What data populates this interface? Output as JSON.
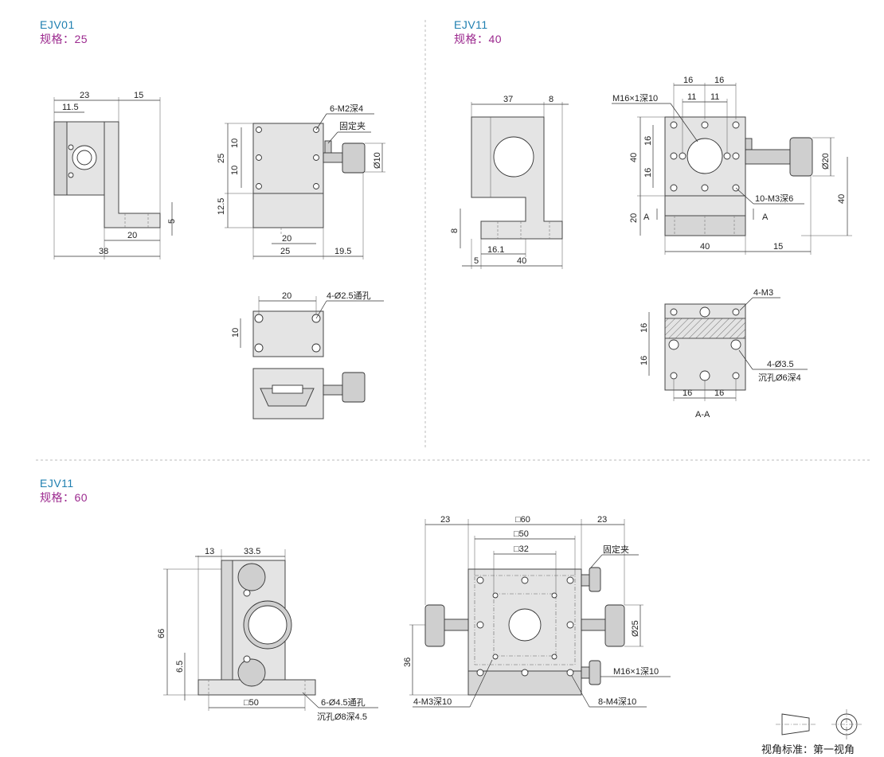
{
  "sections": [
    {
      "model": "EJV01",
      "spec": "规格：25"
    },
    {
      "model": "EJV11",
      "spec": "规格：40"
    },
    {
      "model": "EJV11",
      "spec": "规格：60"
    }
  ],
  "s25": {
    "side": {
      "d23": "23",
      "d15": "15",
      "d11_5": "11.5",
      "d5": "5",
      "d20": "20",
      "d38": "38"
    },
    "front": {
      "note_holes": "6-M2深4",
      "note_clamp": "固定夹",
      "d25": "25",
      "d10a": "10",
      "d10b": "10",
      "d12_5": "12.5",
      "dia10": "Ø10",
      "d20": "20",
      "d25b": "25",
      "d19_5": "19.5"
    },
    "bottom": {
      "d20": "20",
      "d10": "10",
      "note": "4-Ø2.5通孔"
    }
  },
  "s40": {
    "side": {
      "d37": "37",
      "d8": "8",
      "d8v": "8",
      "d5": "5",
      "d16_1": "16.1",
      "d40": "40"
    },
    "front": {
      "d16a": "16",
      "d16b": "16",
      "d11a": "11",
      "d11b": "11",
      "note_m16": "M16×1深10",
      "d16v1": "16",
      "d16v2": "16",
      "d40v": "40",
      "dia20": "Ø20",
      "d40r": "40",
      "note_m3": "10-M3深6",
      "d20v": "20",
      "secA1": "A",
      "secA2": "A",
      "d40b": "40",
      "d15b": "15"
    },
    "section": {
      "note_m3": "4-M3",
      "d16v1": "16",
      "d16v2": "16",
      "note_hole1": "4-Ø3.5",
      "note_hole2": "沉孔Ø6深4",
      "d16a": "16",
      "d16b": "16",
      "label": "A-A"
    }
  },
  "s60": {
    "side": {
      "d13": "13",
      "d33_5": "33.5",
      "d66": "66",
      "d6_5": "6.5",
      "sq50": "□50",
      "note1": "6-Ø4.5通孔",
      "note2": "沉孔Ø8深4.5"
    },
    "front": {
      "d23a": "23",
      "sq60": "□60",
      "d23b": "23",
      "sq50": "□50",
      "sq32": "□32",
      "note_clamp": "固定夹",
      "dia25": "Ø25",
      "d36": "36",
      "note_m16": "M16×1深10",
      "note_m3": "4-M3深10",
      "note_m4": "8-M4深10"
    }
  },
  "projection": {
    "label": "视角标准：第一视角"
  }
}
